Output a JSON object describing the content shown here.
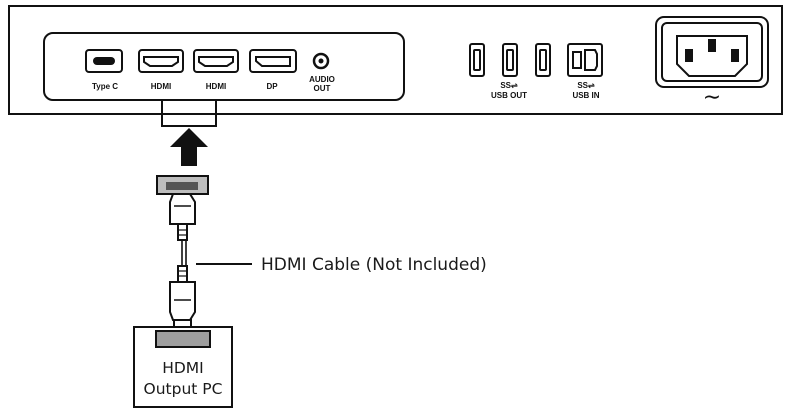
{
  "monitor_panel": {
    "ports": {
      "type_c": "Type C",
      "hdmi_1": "HDMI",
      "hdmi_2": "HDMI",
      "dp": "DP",
      "audio_out_line1": "AUDIO",
      "audio_out_line2": "OUT"
    },
    "usb_out_label": "USB OUT",
    "usb_in_label": "USB IN",
    "usb_symbol_out": "SS⇌",
    "usb_symbol_in": "SS⇌",
    "ac_symbol": "∼"
  },
  "cable_label": "HDMI Cable (Not Included)",
  "pc_box": {
    "line1": "HDMI",
    "line2": "Output PC"
  }
}
